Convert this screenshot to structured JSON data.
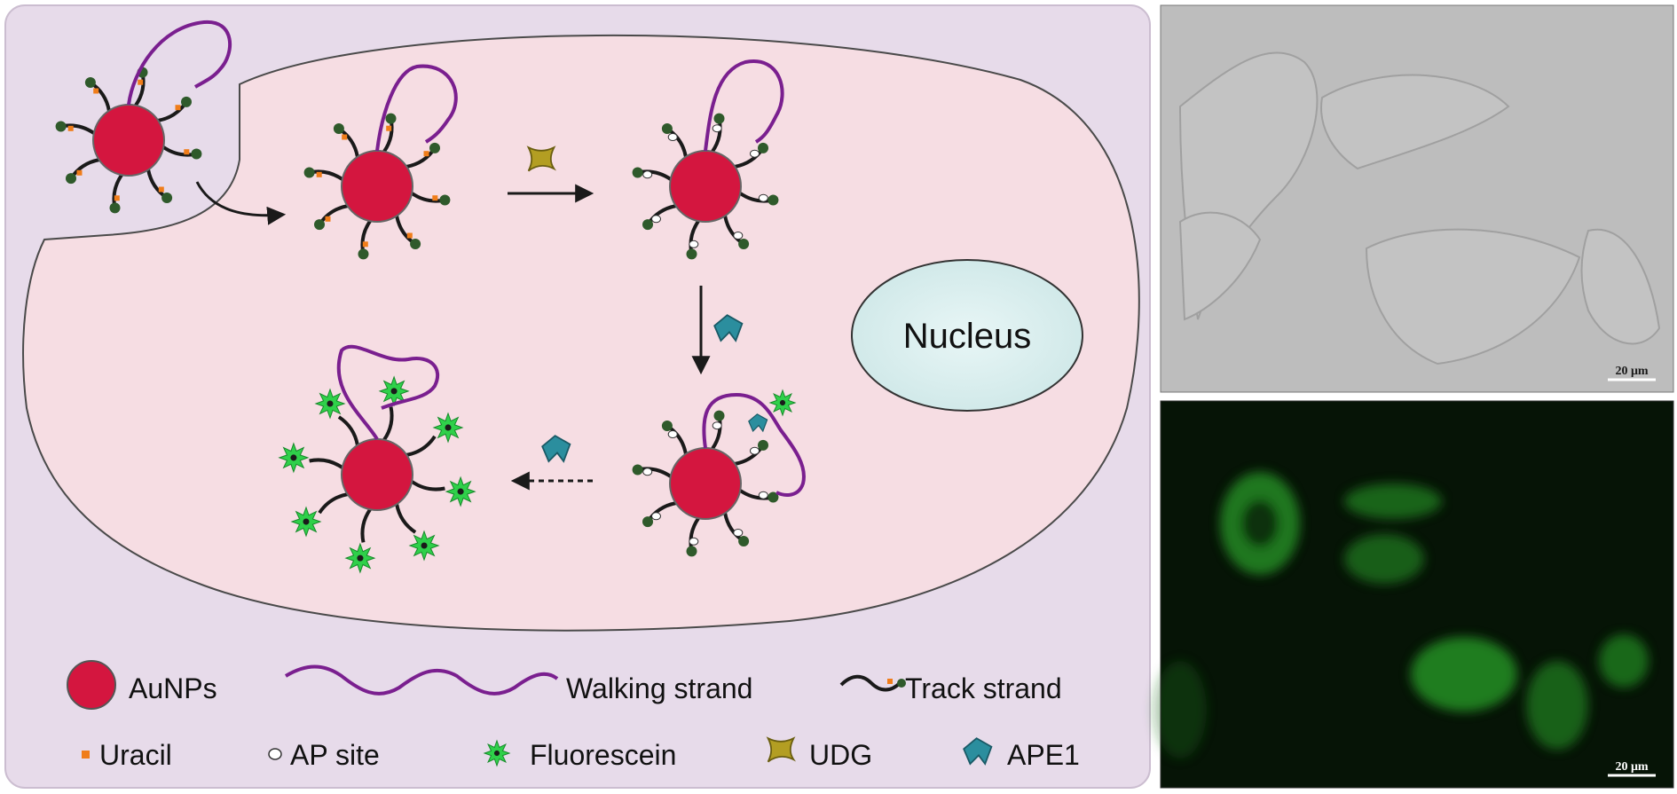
{
  "diagram": {
    "nucleus_label": "Nucleus",
    "colors": {
      "panel_bg": "#e7dbea",
      "cell_fill": "#f6dde3",
      "nucleus_fill": "#d8eeee",
      "aunp": "#d4163f",
      "walking_strand": "#7a1f8f",
      "track_strand": "#1a1a1a",
      "track_end": "#2f5a2b",
      "uracil": "#f07d1a",
      "fluorescein": "#2fd04a",
      "udg": "#b39e22",
      "ape1": "#2b8e9e"
    }
  },
  "legend": {
    "aunps": "AuNPs",
    "walking_strand": "Walking strand",
    "track_strand": "Track strand",
    "uracil": "Uracil",
    "ap_site": "AP site",
    "fluorescein": "Fluorescein",
    "udg": "UDG",
    "ape1": "APE1"
  },
  "micrographs": {
    "top_scale": "20 μm",
    "bottom_scale": "20 μm"
  }
}
